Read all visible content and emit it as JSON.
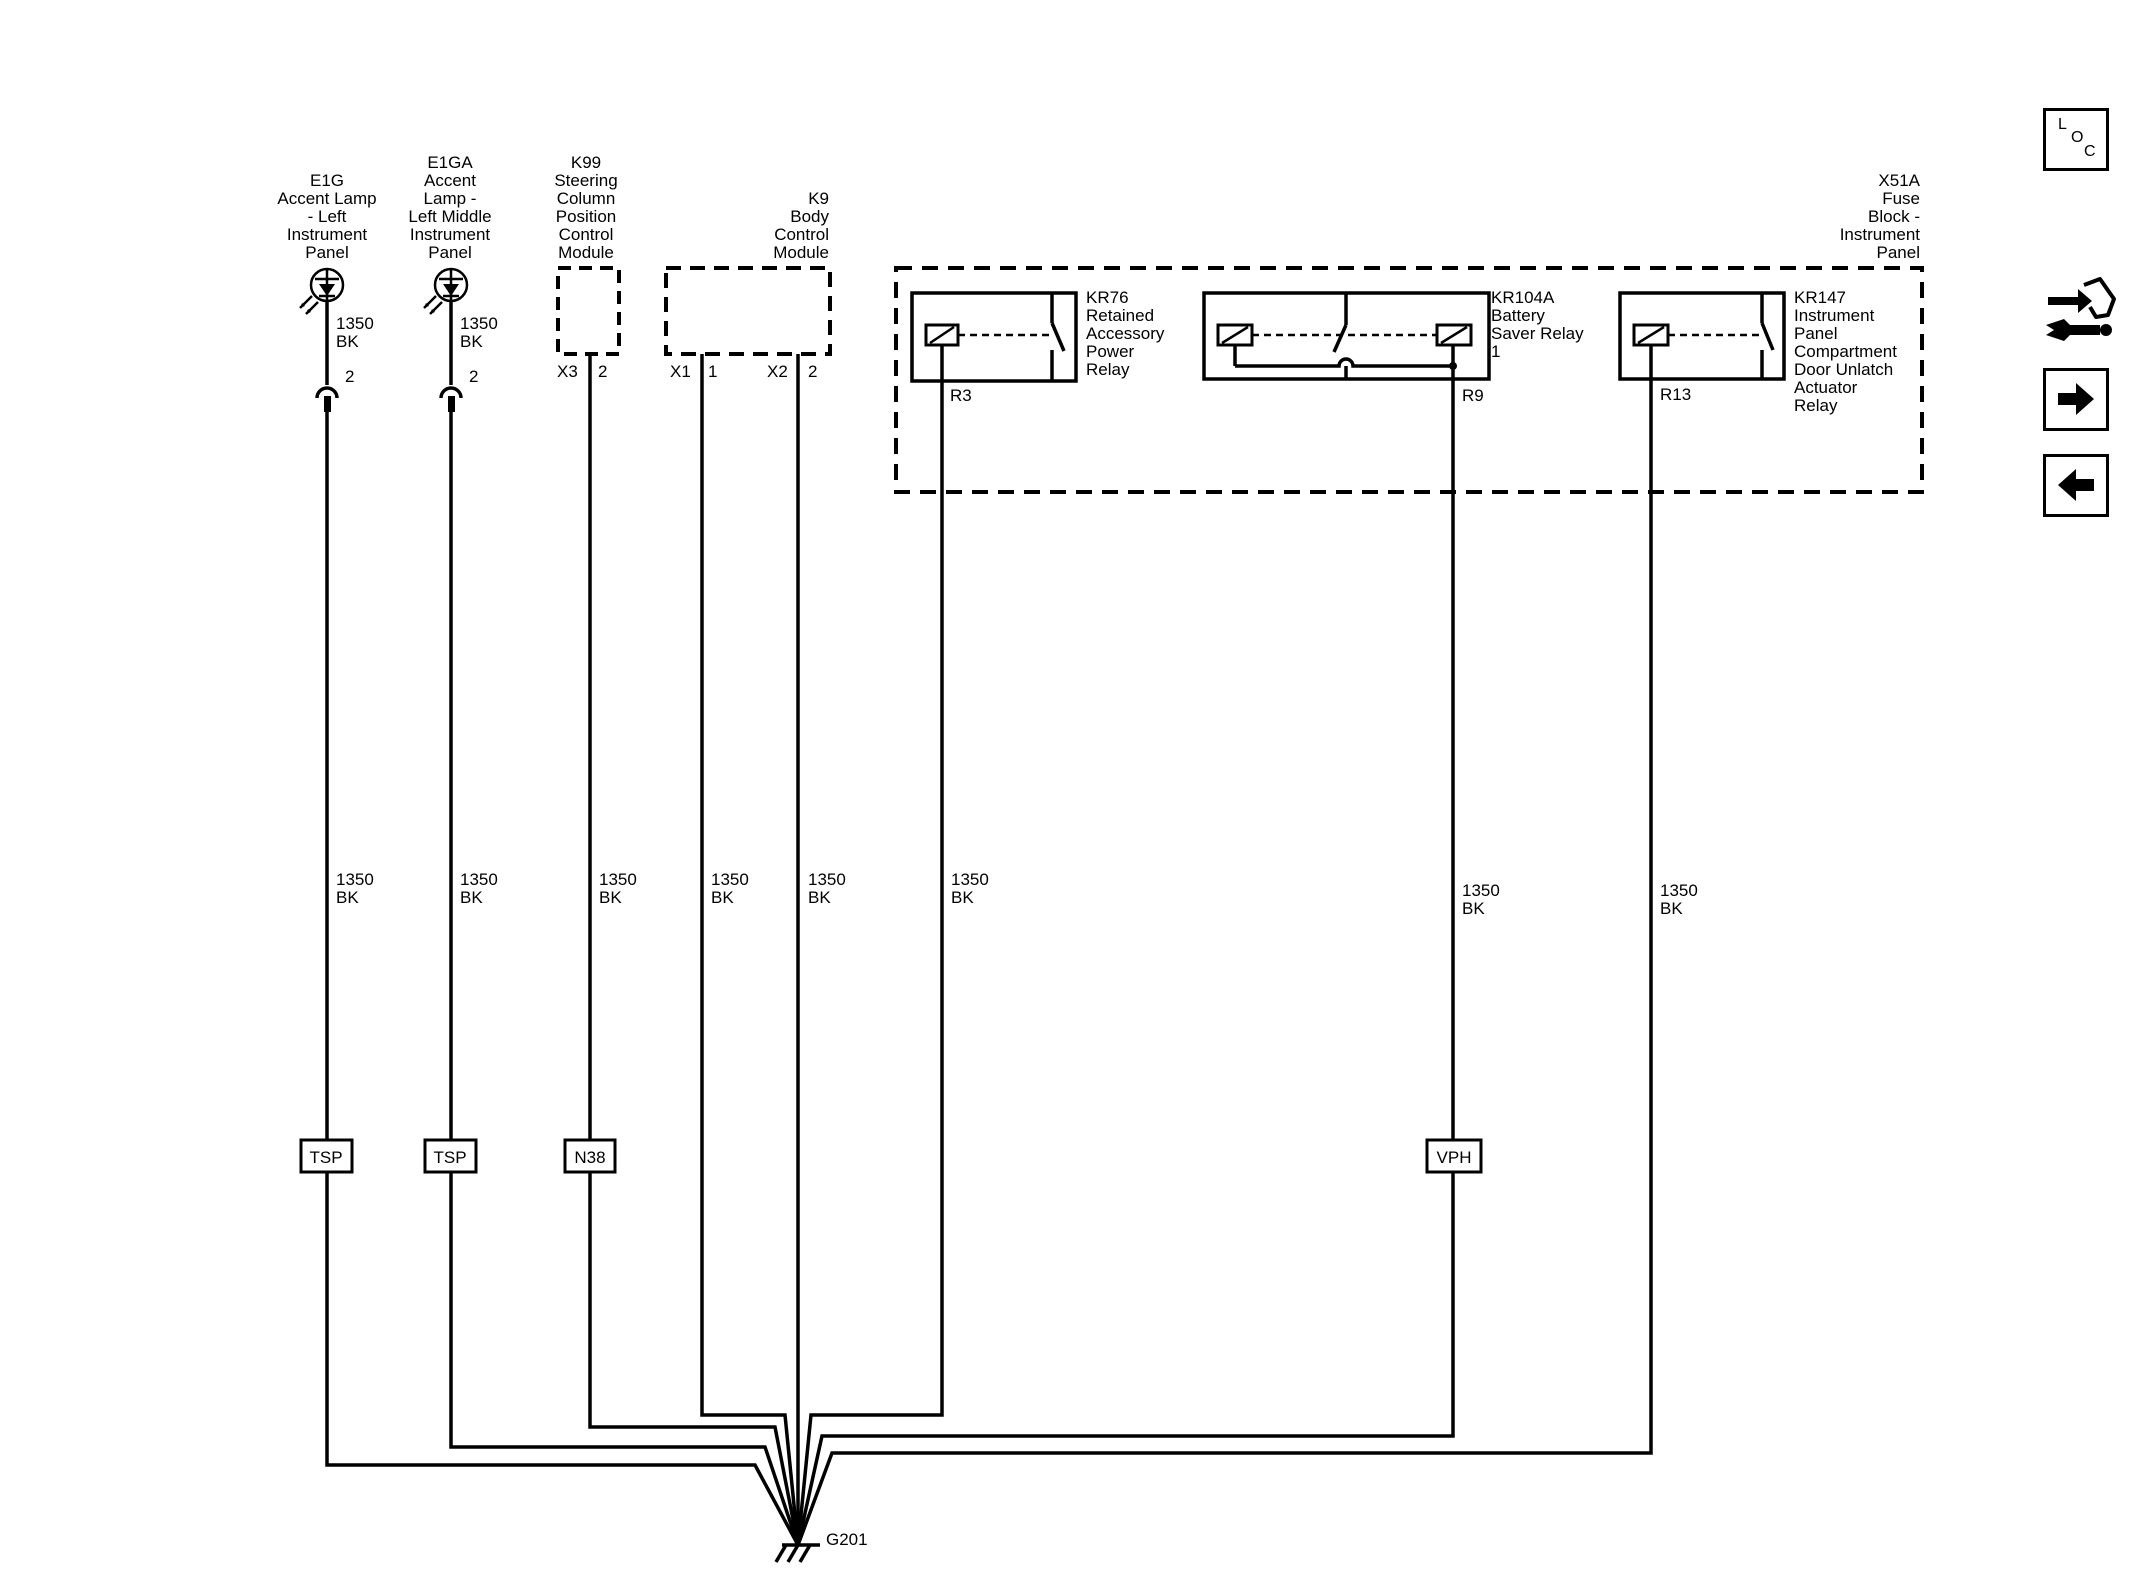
{
  "components": {
    "e1g": {
      "lines": [
        "E1G",
        "Accent Lamp",
        "- Left",
        "Instrument",
        "Panel"
      ]
    },
    "e1ga": {
      "lines": [
        "E1GA",
        "Accent",
        "Lamp -",
        "Left Middle",
        "Instrument",
        "Panel"
      ]
    },
    "k99": {
      "lines": [
        "K99",
        "Steering",
        "Column",
        "Position",
        "Control",
        "Module"
      ]
    },
    "k9": {
      "lines": [
        "K9",
        "Body",
        "Control",
        "Module"
      ]
    },
    "x51a": {
      "lines": [
        "X51A",
        "Fuse",
        "Block -",
        "Instrument",
        "Panel"
      ]
    },
    "kr76": {
      "lines": [
        "KR76",
        "Retained",
        "Accessory",
        "Power",
        "Relay"
      ]
    },
    "kr104a": {
      "lines": [
        "KR104A",
        "Battery",
        "Saver Relay",
        "1"
      ]
    },
    "kr147": {
      "lines": [
        "KR147",
        "Instrument",
        "Panel",
        "Compartment",
        "Door Unlatch",
        "Actuator",
        "Relay"
      ]
    }
  },
  "pins": {
    "e1g_pin": "2",
    "e1ga_pin": "2",
    "k99_conn": "X3",
    "k99_pin": "2",
    "k9_x1_conn": "X1",
    "k9_x1_pin": "1",
    "k9_x2_conn": "X2",
    "k9_x2_pin": "2",
    "kr76_pin": "R3",
    "kr104a_pin": "R9",
    "kr147_pin": "R13"
  },
  "wire": {
    "circuit": "1350",
    "color": "BK"
  },
  "splices": {
    "s1": "TSP",
    "s2": "TSP",
    "s3": "N38",
    "s4": "VPH"
  },
  "ground": {
    "label": "G201"
  },
  "nav": {
    "loc": {
      "l": "L",
      "o": "O",
      "c": "C",
      "icon": "loc-icon"
    },
    "tools": {
      "icon": "connector-tools-icon"
    },
    "next": {
      "icon": "arrow-right-icon"
    },
    "prev": {
      "icon": "arrow-left-icon"
    }
  }
}
